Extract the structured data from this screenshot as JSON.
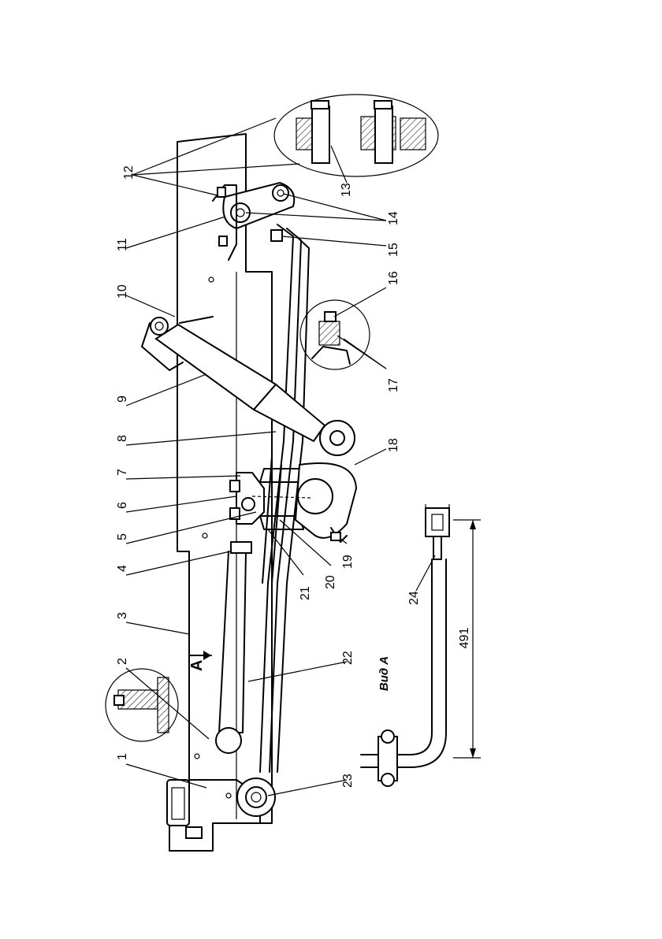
{
  "callouts": [
    "1",
    "2",
    "3",
    "4",
    "5",
    "6",
    "7",
    "8",
    "9",
    "10",
    "11",
    "12",
    "13",
    "14",
    "15",
    "16",
    "17",
    "18",
    "19",
    "20",
    "21",
    "22",
    "23",
    "24"
  ],
  "view_label": "Вид А",
  "view_marker": "А",
  "dimension": "491"
}
